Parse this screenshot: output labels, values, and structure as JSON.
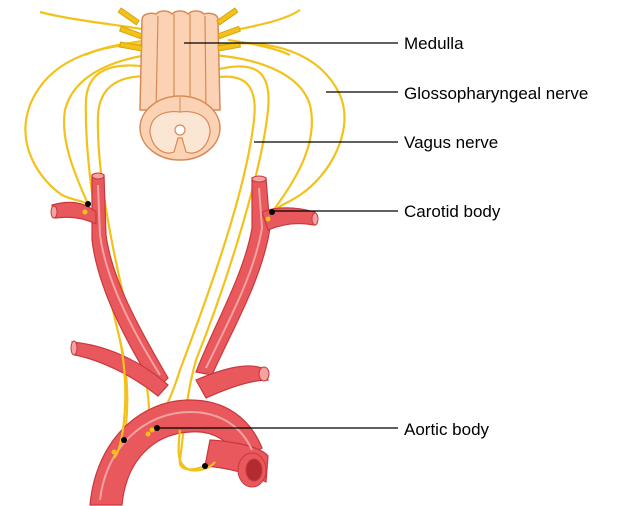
{
  "labels": {
    "medulla": "Medulla",
    "glossopharyngeal": "Glossopharyngeal nerve",
    "vagus": "Vagus nerve",
    "carotid": "Carotid body",
    "aortic": "Aortic body"
  },
  "colors": {
    "artery_fill": "#e8585c",
    "artery_dark": "#c8383c",
    "artery_light": "#f4a3a3",
    "nerve": "#f2c21b",
    "medulla_fill": "#fbd3b4",
    "medulla_stroke": "#d88a56",
    "leader": "#000000"
  }
}
